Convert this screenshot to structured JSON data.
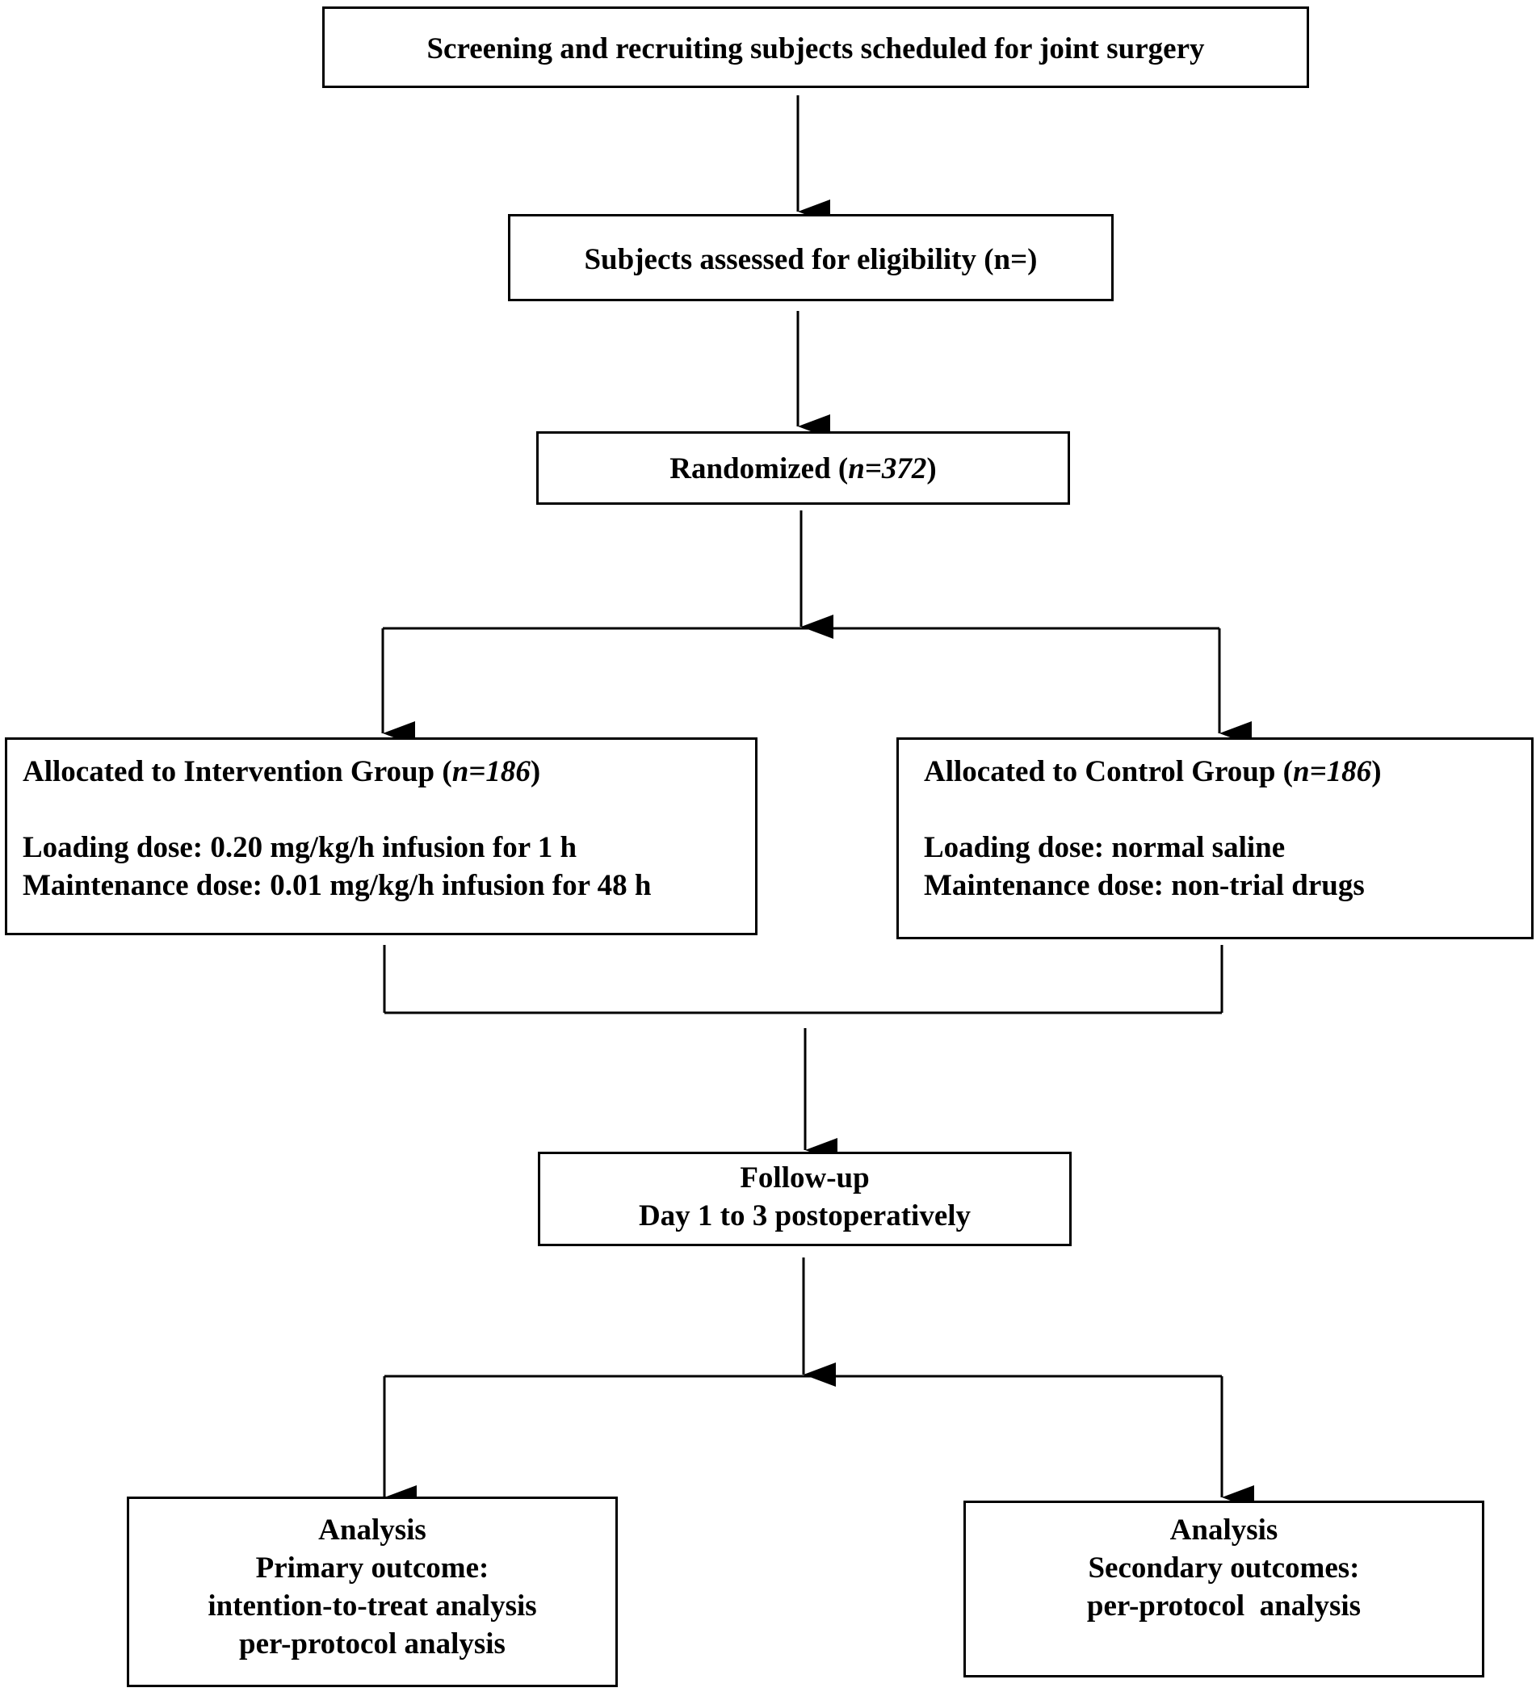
{
  "diagram": {
    "screening": "Screening and recruiting subjects scheduled for joint surgery",
    "eligibility": "Subjects assessed for eligibility (n=)",
    "randomized": {
      "pre": "Randomized (",
      "n": "n=372",
      "post": ")"
    },
    "intervention": {
      "title_pre": "Allocated to Intervention Group (",
      "title_n": "n=186",
      "title_post": ")",
      "loading": "Loading dose: 0.20 mg/kg/h infusion for 1 h",
      "maintenance": "Maintenance dose: 0.01 mg/kg/h infusion for 48 h"
    },
    "control": {
      "title_pre": "Allocated to Control Group (",
      "title_n": "n=186",
      "title_post": ")",
      "loading": "Loading dose: normal saline",
      "maintenance": "Maintenance dose: non-trial drugs"
    },
    "followup": {
      "line1": "Follow-up",
      "line2": "Day 1 to 3 postoperatively"
    },
    "analysis_primary": {
      "line1": "Analysis",
      "line2": "Primary outcome:",
      "line3": "intention-to-treat analysis",
      "line4": "per-protocol analysis"
    },
    "analysis_secondary": {
      "line1": "Analysis",
      "line2": "Secondary outcomes:",
      "line3": "per-protocol  analysis"
    }
  }
}
